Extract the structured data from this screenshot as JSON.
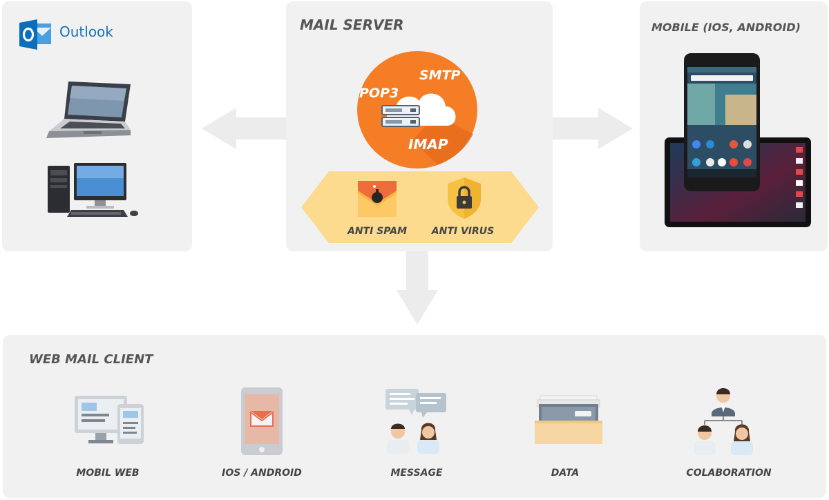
{
  "colors": {
    "panel": "#f1f1f1",
    "arrow": "#ececec",
    "cloud_orange": "#f47d26",
    "outlook_blue": "#0a6ebd",
    "hexagon": "#fcdb8f"
  },
  "client_panel": {
    "brand": "Outlook",
    "icons": [
      "outlook-logo-icon",
      "laptop-icon",
      "desktop-computer-icon"
    ]
  },
  "mail_server": {
    "title": "MAIL SERVER",
    "protocols": {
      "smtp": "SMTP",
      "pop3": "POP3",
      "imap": "IMAP"
    },
    "features": [
      {
        "label": "ANTI SPAM",
        "icon": "spam-envelope-bomb-icon"
      },
      {
        "label": "ANTI VIRUS",
        "icon": "shield-lock-icon"
      }
    ]
  },
  "mobile_panel": {
    "title": "MOBILE (IOS, ANDROID)",
    "icons": [
      "android-phone-icon",
      "android-tablet-icon"
    ]
  },
  "web_mail_client": {
    "title": "WEB MAIL CLIENT",
    "items": [
      {
        "label": "MOBIL WEB",
        "icon": "monitor-and-phone-icon"
      },
      {
        "label": "IOS / ANDROID",
        "icon": "mobile-mail-icon"
      },
      {
        "label": "MESSAGE",
        "icon": "chat-people-icon"
      },
      {
        "label": "DATA",
        "icon": "data-drawer-icon"
      },
      {
        "label": "COLABORATION",
        "icon": "team-hierarchy-icon"
      }
    ]
  }
}
